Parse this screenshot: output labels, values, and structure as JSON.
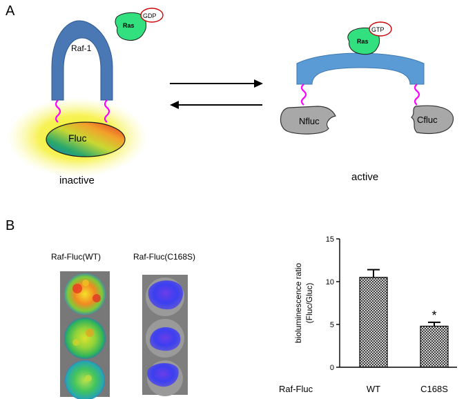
{
  "panel_a": {
    "label": "A",
    "inactive": {
      "raf_label": "Raf-1",
      "ras_label": "Ras",
      "nucleotide": "GDP",
      "fluc_label": "Fluc",
      "state_label": "inactive"
    },
    "active": {
      "ras_label": "Ras",
      "nucleotide": "GTP",
      "n_fragment": "Nfluc",
      "c_fragment": "Cfluc",
      "state_label": "active"
    }
  },
  "panel_b": {
    "label": "B",
    "images": {
      "wt_label": "Raf-Fluc(WT)",
      "mutant_label": "Raf-Fluc(C168S)"
    },
    "chart_data": {
      "type": "bar",
      "ylabel_line1": "bioluminescence ratio",
      "ylabel_line2": "(Fluc/Gluc)",
      "xlabel_prefix": "Raf-Fluc",
      "categories": [
        "WT",
        "C168S"
      ],
      "values": [
        10.5,
        4.8
      ],
      "errors": [
        0.9,
        0.45
      ],
      "significance": [
        "",
        "*"
      ],
      "ylim": [
        0,
        15
      ],
      "yticks": [
        0,
        5,
        10,
        15
      ],
      "bar_pattern": "crosshatch"
    }
  },
  "colors": {
    "raf_blue": "#4a78b5",
    "raf_active_blue": "#5b9bd5",
    "ras_green": "#33e080",
    "linker_magenta": "#ff00ff",
    "fragment_gray": "#a8a8a8",
    "glow_yellow": "#f5f03a",
    "nucleotide_red": "#cc0000"
  }
}
